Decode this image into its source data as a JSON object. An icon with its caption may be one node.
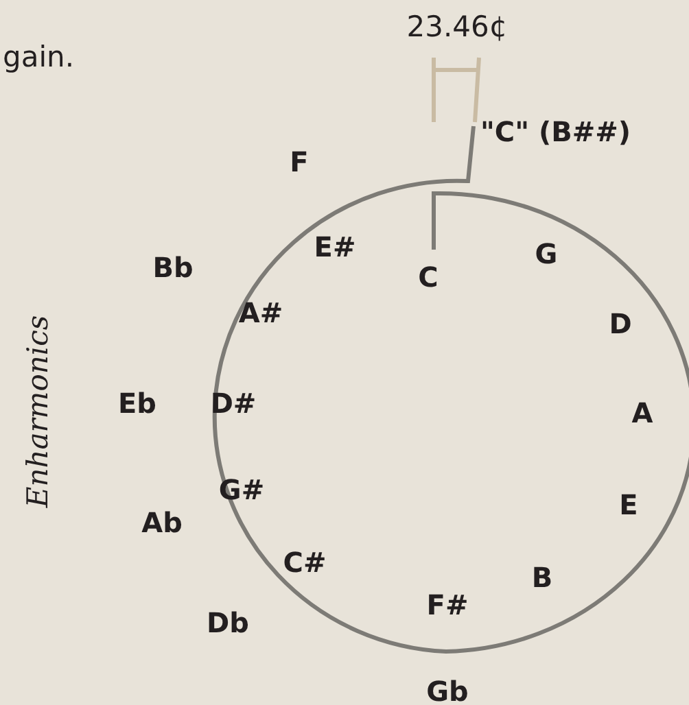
{
  "diagram": {
    "labels": [
      "gain.",
      "23.46¢",
      "\"C\" (B##)",
      "F",
      "E#",
      "Bb",
      "C",
      "G",
      "A#",
      "D",
      "Enharmonics",
      "Eb",
      "D#",
      "A",
      "G#",
      "Ab",
      "E",
      "C#",
      "B",
      "Db",
      "F#",
      "Gb"
    ]
  }
}
